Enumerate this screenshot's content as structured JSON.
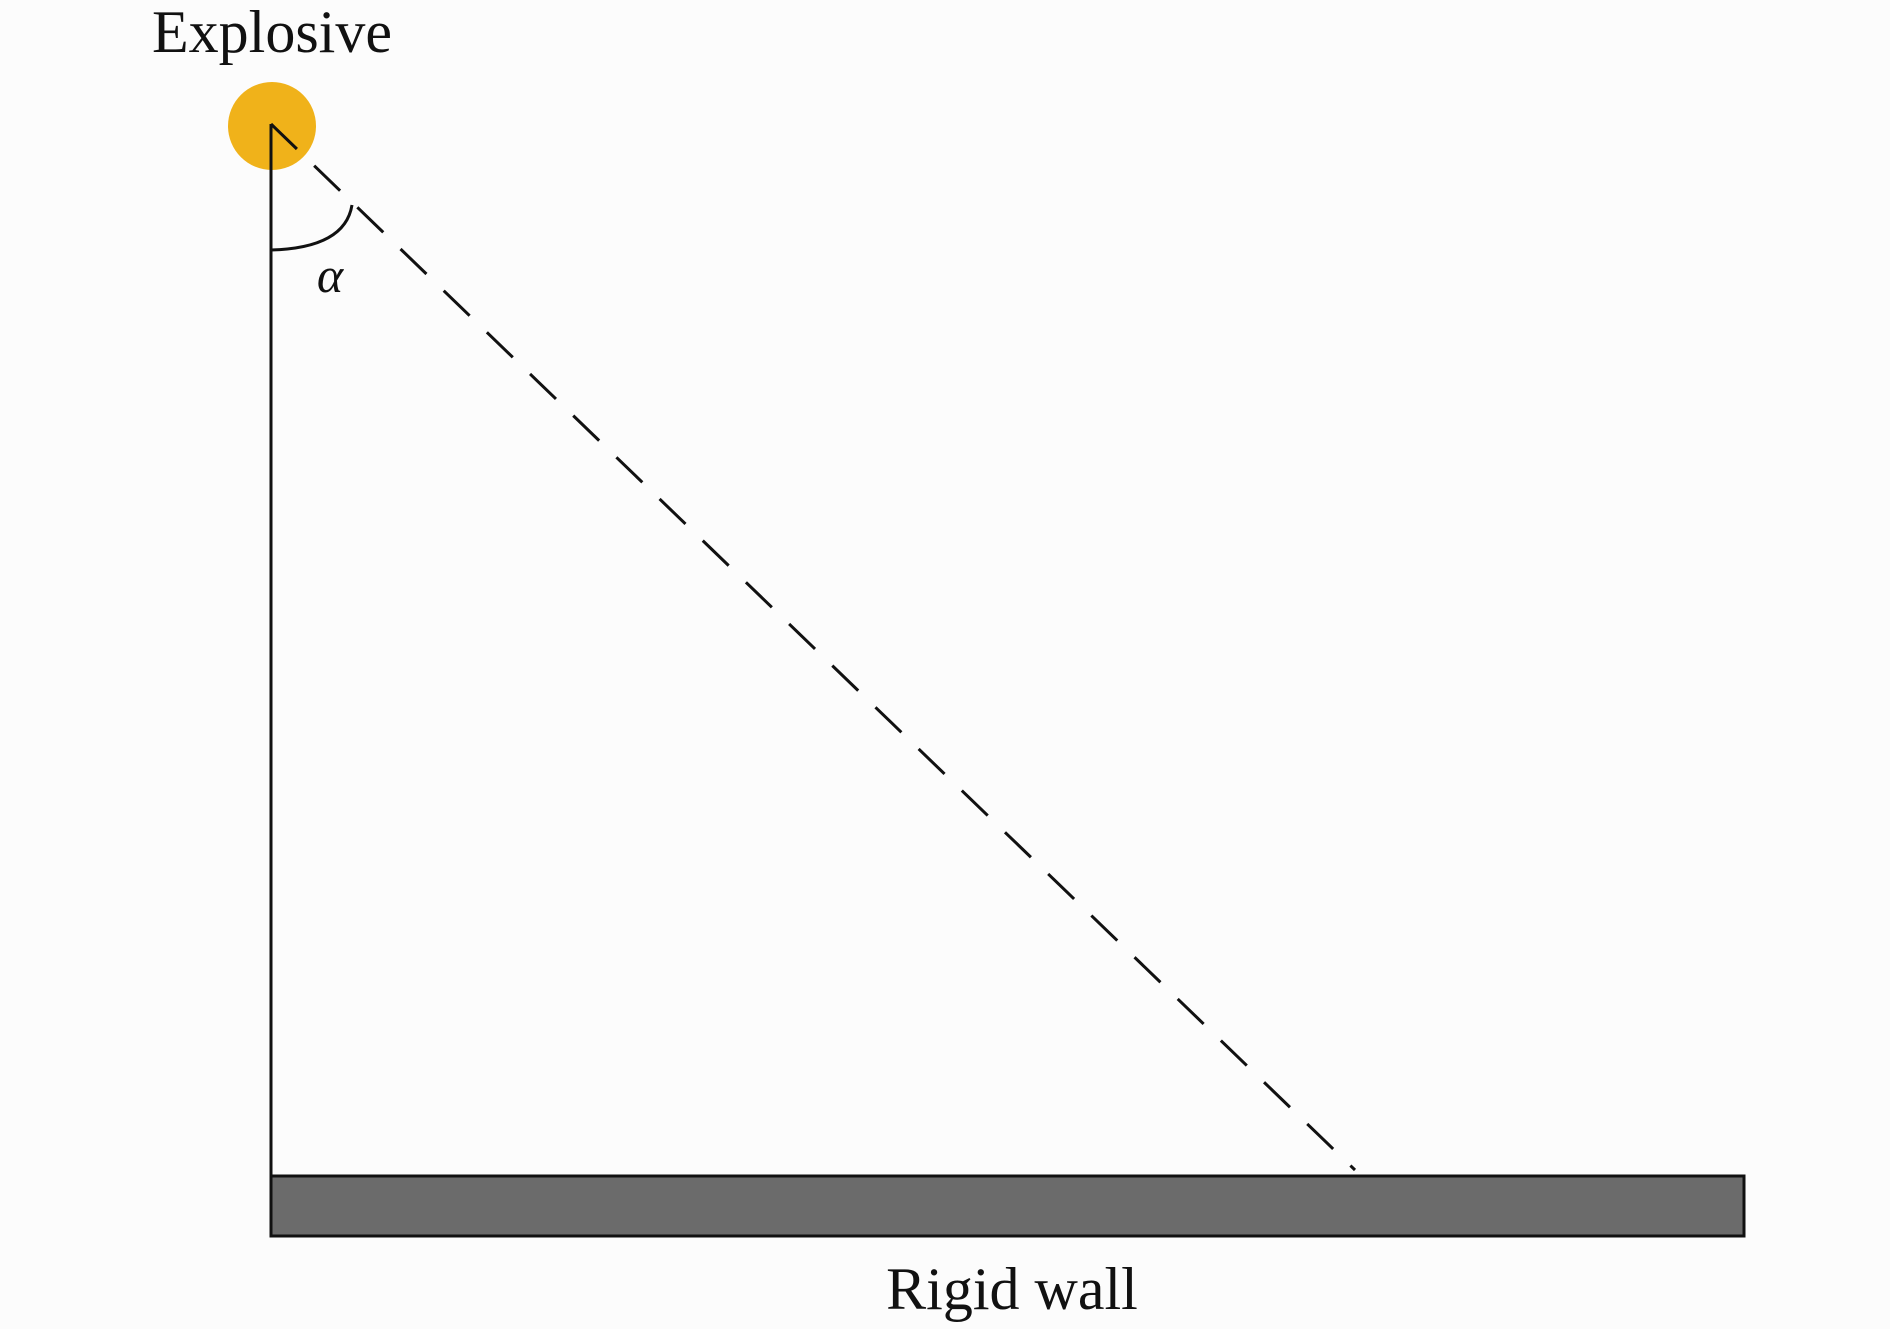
{
  "labels": {
    "explosive": "Explosive",
    "angle": "α",
    "wall": "Rigid wall"
  },
  "colors": {
    "explosive_fill": "#f0b21a",
    "wall_fill": "#6b6b6b",
    "line": "#111111",
    "background": "#fcfcfc"
  }
}
